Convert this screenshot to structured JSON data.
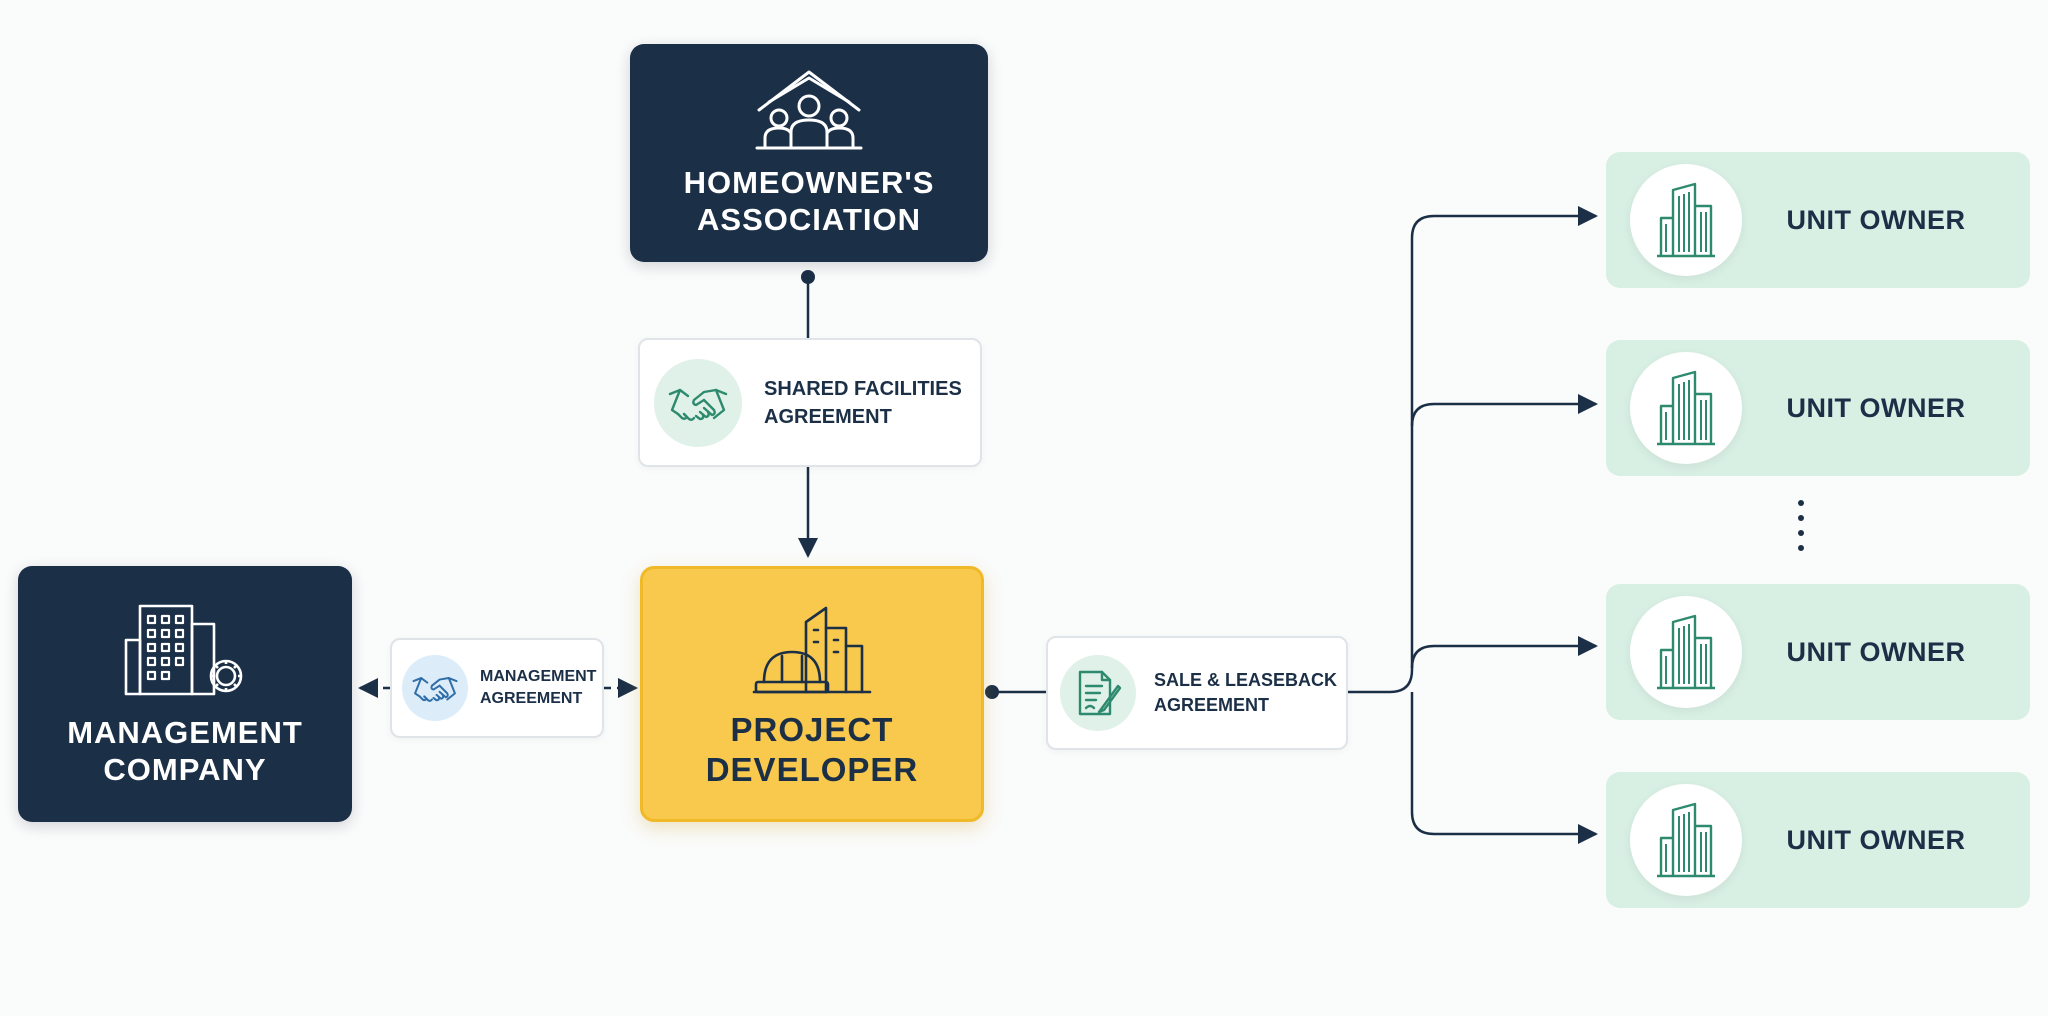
{
  "nodes": {
    "hoa": {
      "title": "HOMEOWNER'S\nASSOCIATION",
      "icon": "people-house-icon"
    },
    "developer": {
      "title": "PROJECT\nDEVELOPER",
      "icon": "construction-building-icon"
    },
    "management": {
      "title": "MANAGEMENT\nCOMPANY",
      "icon": "building-gear-icon"
    }
  },
  "agreements": {
    "shared": {
      "label": "SHARED FACILITIES\nAGREEMENT",
      "icon": "handshake-icon"
    },
    "management": {
      "label": "MANAGEMENT\nAGREEMENT",
      "icon": "handshake-icon"
    },
    "leaseback": {
      "label": "SALE & LEASEBACK\nAGREEMENT",
      "icon": "document-pen-icon"
    }
  },
  "unit_owners": [
    {
      "label": "UNIT OWNER",
      "icon": "apartment-building-icon"
    },
    {
      "label": "UNIT OWNER",
      "icon": "apartment-building-icon"
    },
    {
      "label": "UNIT OWNER",
      "icon": "apartment-building-icon"
    },
    {
      "label": "UNIT OWNER",
      "icon": "apartment-building-icon"
    }
  ],
  "colors": {
    "dark_navy": "#1b2f47",
    "developer_yellow": "#f8c94c",
    "unit_green": "#d8efe4",
    "icon_green": "#2e8a6e",
    "management_circle_blue": "#dcecf8",
    "agreement_circle_green": "#dff1e8",
    "connector": "#1b2f47"
  }
}
